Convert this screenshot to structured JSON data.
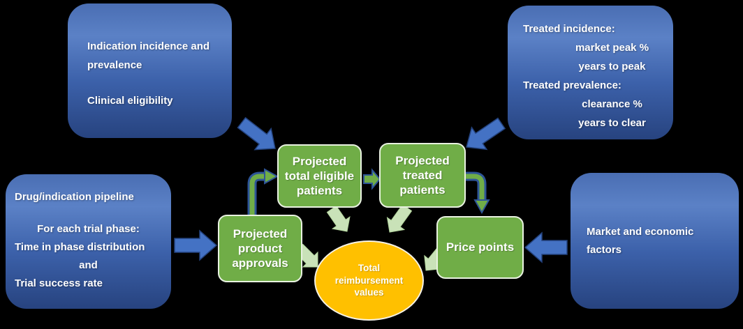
{
  "colors": {
    "background": "#000000",
    "blue_box_top": "#4a6eb3",
    "blue_box_mid": "#5b81c6",
    "blue_box_bottom": "#27437f",
    "blue_arrow": "#4472C4",
    "blue_arrow_border": "#24437e",
    "green_box": "#70AD47",
    "green_box_border": "#e9f2e1",
    "green_arrow": "#70AD47",
    "green_arrow_border": "#2E5597",
    "pale_arrow": "#C9E2B8",
    "pale_arrow_border": "#b2d49c",
    "ellipse_fill": "#FFC000",
    "ellipse_border": "#f5f1e4",
    "text": "#FFFFFF"
  },
  "boxes": {
    "indication": {
      "line1": "Indication incidence and prevalence",
      "line2": "Clinical eligibility"
    },
    "treated_params": {
      "title1": "Treated incidence:",
      "sub1a": "market peak %",
      "sub1b": "years to peak",
      "title2": "Treated prevalence:",
      "sub2a": "clearance %",
      "sub2b": "years to clear"
    },
    "pipeline": {
      "line1": "Drug/indication pipeline",
      "line2": "For each trial phase:",
      "line3": "Time in phase distribution",
      "line4": "and",
      "line5": "Trial success rate"
    },
    "market": {
      "line1": "Market and economic factors"
    }
  },
  "nodes": {
    "approvals": "Projected product approvals",
    "eligible": "Projected total eligible patients",
    "treated": "Projected treated patients",
    "price": "Price points",
    "total": "Total reimbursement values"
  }
}
